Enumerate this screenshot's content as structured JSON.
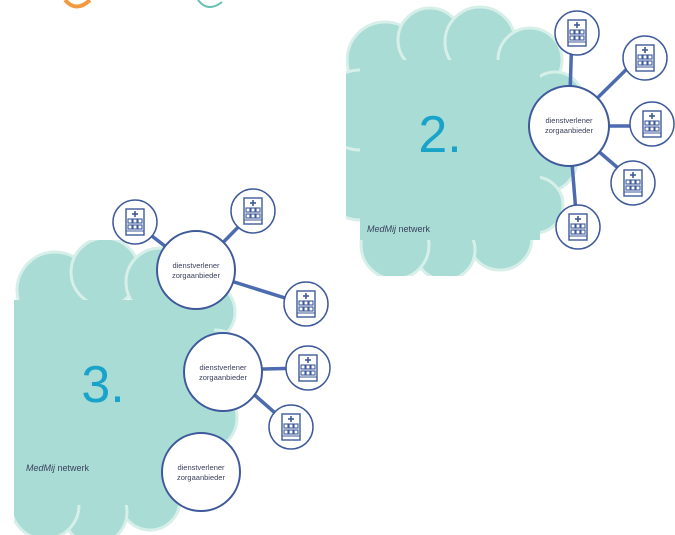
{
  "colors": {
    "cloud_fill": "#a8dcd5",
    "cloud_edge": "#d7efe9",
    "node_stroke": "#3f5a9a",
    "connector": "#4c6bb0",
    "icon_stroke": "#3f5a9a",
    "number": "#1aa3c9",
    "text": "#3a3f5c",
    "partial_orange": "#f29a3d",
    "partial_teal": "#5fc2b2"
  },
  "diagram_2": {
    "number": "2.",
    "network_label_italic": "MedMij",
    "network_label_rest": " netwerk",
    "hub_line1": "dienstverlener",
    "hub_line2": "zorgaanbieder",
    "hospital_icon": "hospital-icon"
  },
  "diagram_3": {
    "number": "3.",
    "network_label_italic": "MedMij",
    "network_label_rest": " netwerk",
    "hub_a_line1": "dienstverlener",
    "hub_a_line2": "zorgaanbieder",
    "hub_b_line1": "dienstverlener",
    "hub_b_line2": "zorgaanbieder",
    "hub_c_line1": "dienstverlener",
    "hub_c_line2": "zorgaanbieder",
    "hospital_icon": "hospital-icon"
  }
}
